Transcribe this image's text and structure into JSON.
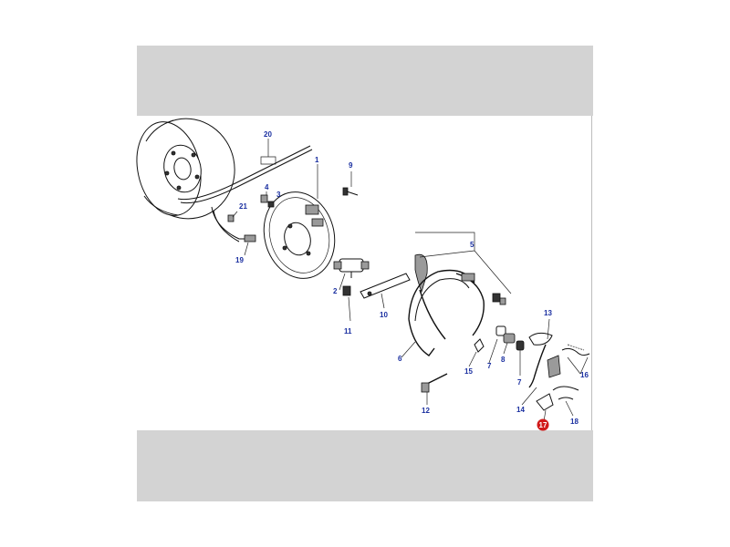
{
  "colors": {
    "band": "#d3d3d3",
    "callout_text": "#1a2fa0",
    "highlight": "#d11a1a"
  },
  "callouts": [
    {
      "id": "1",
      "label": "1"
    },
    {
      "id": "2",
      "label": "2"
    },
    {
      "id": "3",
      "label": "3"
    },
    {
      "id": "4",
      "label": "4"
    },
    {
      "id": "5",
      "label": "5"
    },
    {
      "id": "6",
      "label": "6"
    },
    {
      "id": "7a",
      "label": "7"
    },
    {
      "id": "7b",
      "label": "7"
    },
    {
      "id": "8",
      "label": "8"
    },
    {
      "id": "9",
      "label": "9"
    },
    {
      "id": "10",
      "label": "10"
    },
    {
      "id": "11",
      "label": "11"
    },
    {
      "id": "12",
      "label": "12"
    },
    {
      "id": "13",
      "label": "13"
    },
    {
      "id": "14",
      "label": "14"
    },
    {
      "id": "15",
      "label": "15"
    },
    {
      "id": "16",
      "label": "16"
    },
    {
      "id": "17",
      "label": "17",
      "highlighted": true
    },
    {
      "id": "18",
      "label": "18"
    },
    {
      "id": "19",
      "label": "19"
    },
    {
      "id": "20",
      "label": "20"
    },
    {
      "id": "21",
      "label": "21"
    }
  ]
}
